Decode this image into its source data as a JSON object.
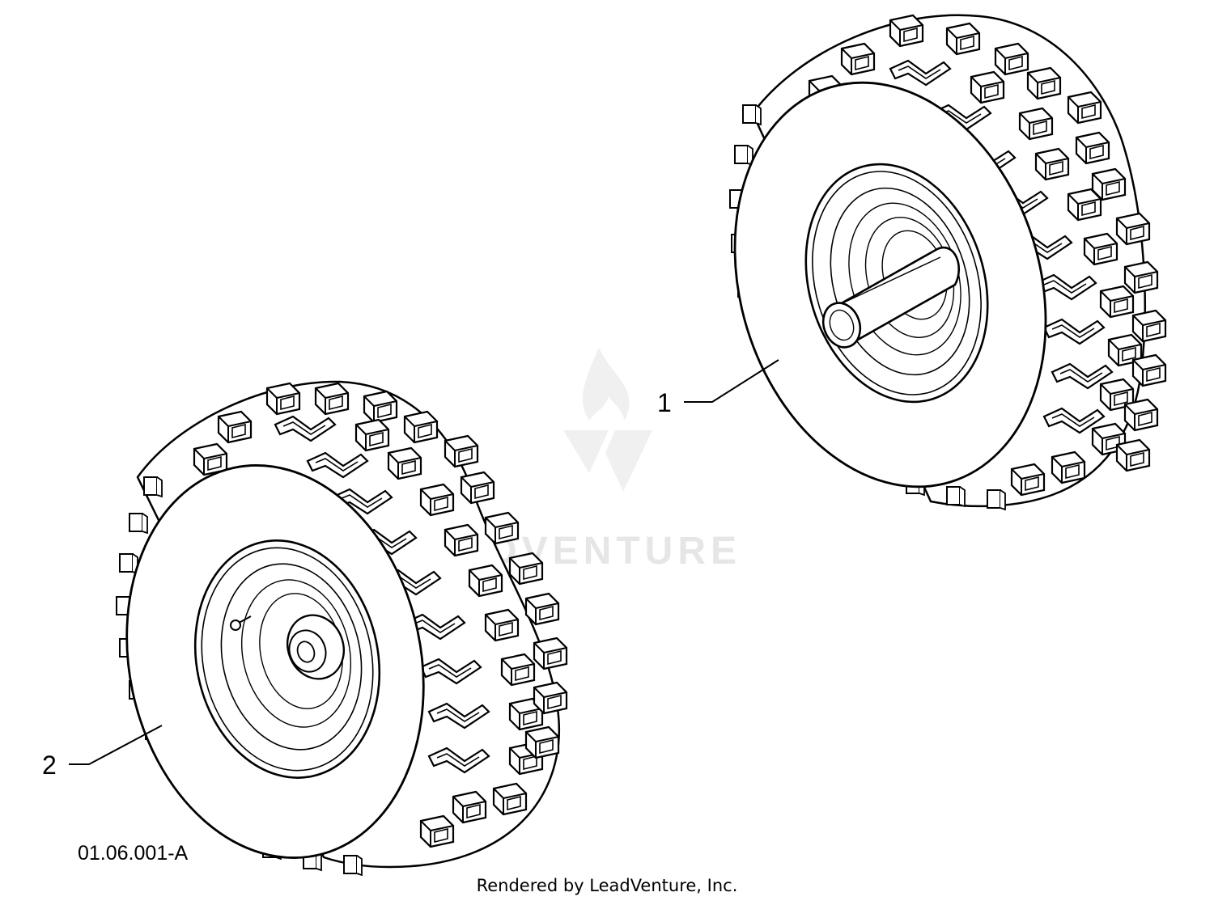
{
  "callouts": {
    "wheel_right": "1",
    "wheel_left": "2"
  },
  "figure_code": "01.06.001-A",
  "credit": "Rendered by LeadVenture, Inc.",
  "watermark": {
    "text": "LEADVENTURE",
    "icon": "flame-v-logo",
    "color": "#e6e6e6"
  }
}
